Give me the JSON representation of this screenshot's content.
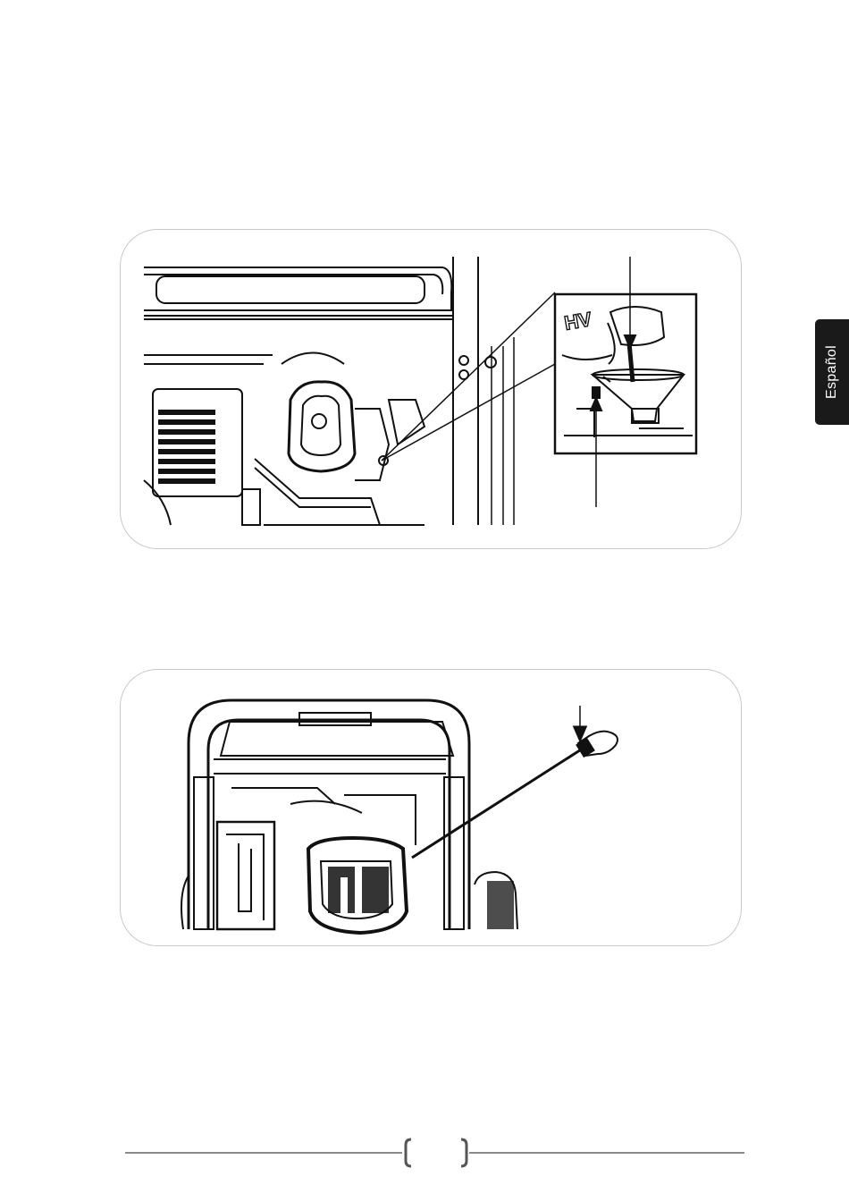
{
  "side_tab": {
    "label": "Español"
  },
  "figures": [
    {
      "id": "oil-drain-figure",
      "inset_marking": "HV"
    },
    {
      "id": "dipstick-figure"
    }
  ],
  "footer": {
    "page_number": ""
  }
}
